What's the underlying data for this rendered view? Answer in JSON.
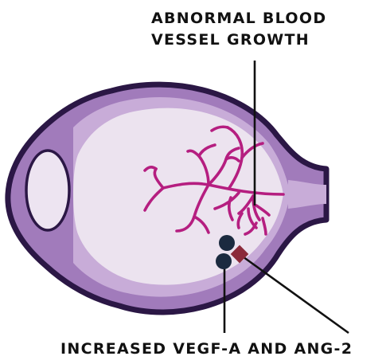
{
  "labels": {
    "blood_vessel_line1": "ABNORMAL BLOOD",
    "blood_vessel_line2": "VESSEL GROWTH",
    "factors": "INCREASED VEGF-A AND ANG-2"
  },
  "colors": {
    "eye_outline": "#2b1745",
    "eye_outer": "#a17bbb",
    "eye_inner_ring": "#c8acd8",
    "eye_interior": "#ece3ef",
    "lens": "#ede4f1",
    "vessels": "#b51e80",
    "molecule_circle": "#1b2a3f",
    "molecule_diamond": "#8b2a3a",
    "leader_line": "#111111"
  }
}
